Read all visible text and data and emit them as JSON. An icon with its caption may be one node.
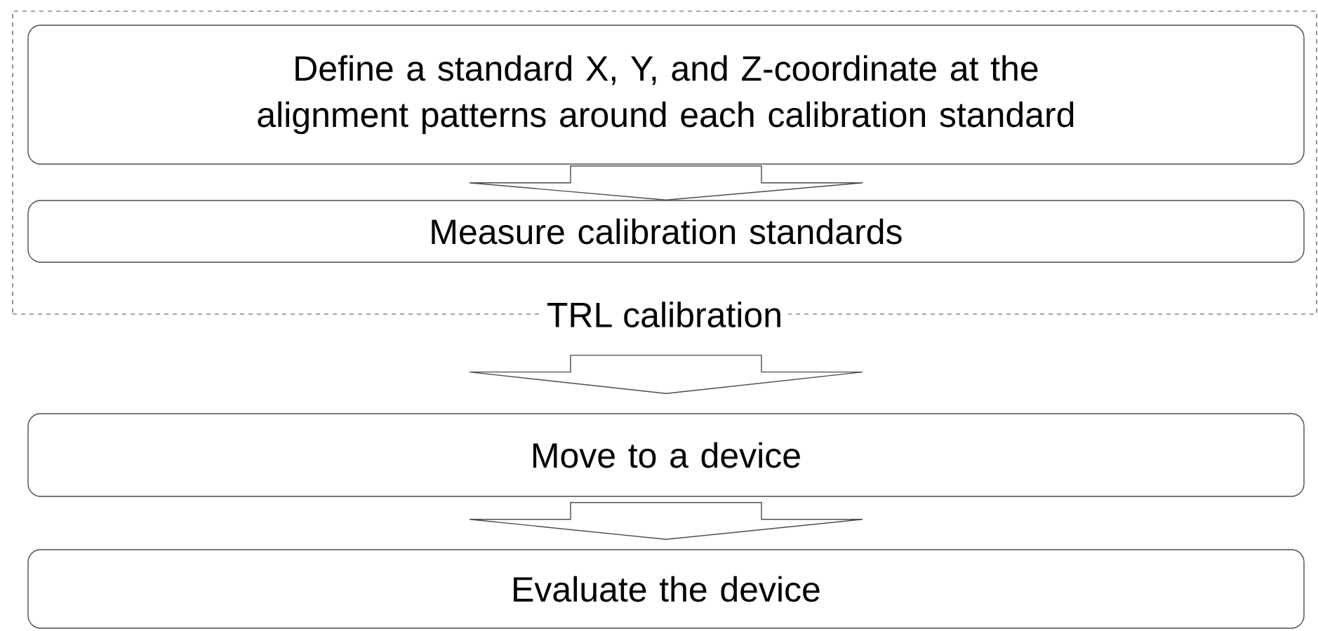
{
  "diagram": {
    "nodes": [
      {
        "text": [
          "TRL calibration"
        ]
      },
      {
        "text": [
          "Define a standard X, Y, and Z-coordinate at the alignment patterns around each calibration standard"
        ],
        "in": 0
      },
      {
        "text": [
          "Measure calibration standards"
        ],
        "in": 0
      },
      {
        "text": [
          "Move to a device"
        ]
      },
      {
        "text": [
          "Evaluate the device"
        ]
      }
    ],
    "edges": [
      {
        "from": 1,
        "to": 2,
        "arrow": "to"
      },
      {
        "from": 0,
        "to": 3,
        "arrow": "to"
      },
      {
        "from": 3,
        "to": 4,
        "arrow": "to"
      }
    ]
  }
}
